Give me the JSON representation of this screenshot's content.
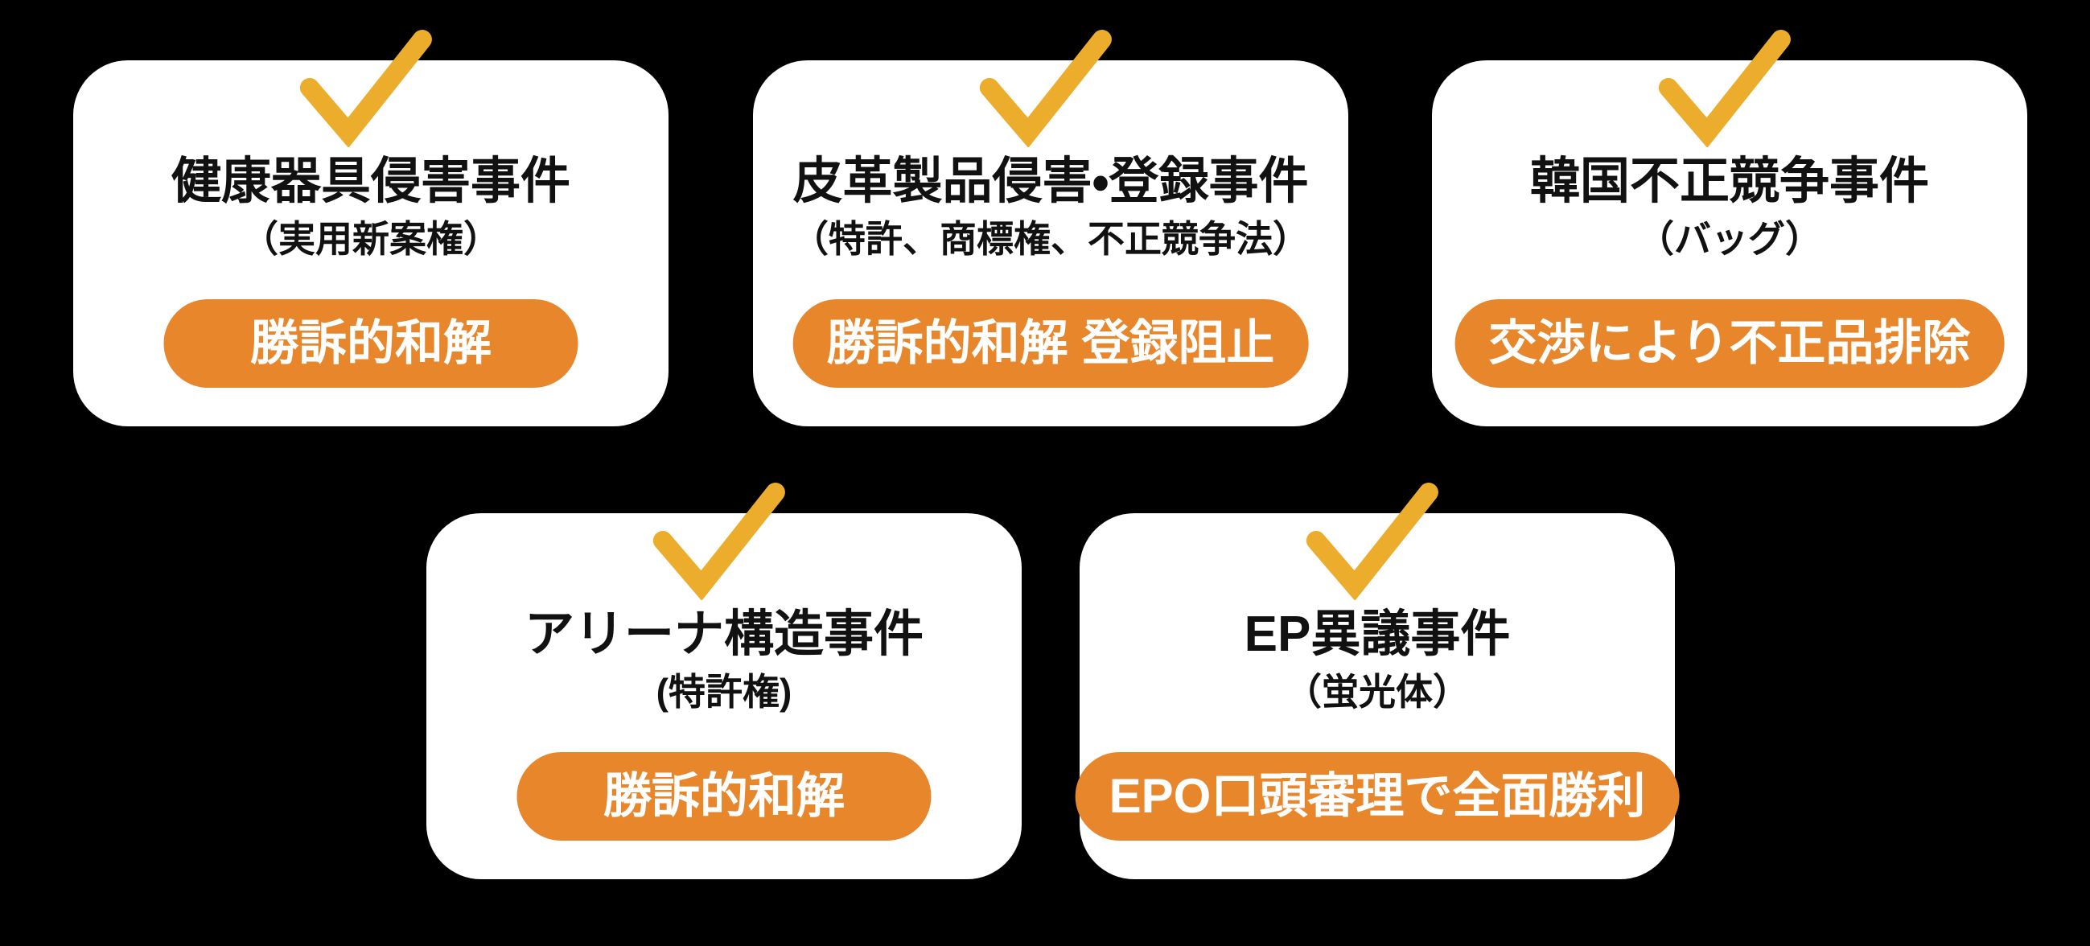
{
  "page": {
    "background_color": "#000000",
    "description_label": "IP litigation case results board"
  },
  "colors": {
    "card_bg": "#ffffff",
    "check": "#EBAD2B",
    "badge_bg": "#E8862C",
    "badge_text": "#ffffff",
    "title_text": "#111111"
  },
  "cards": [
    {
      "title": "健康器具侵害事件",
      "subtitle": "（実用新案権）",
      "badge": "勝訴的和解"
    },
    {
      "title": "皮革製品侵害・登録事件",
      "subtitle": "（特許、商標権、不正競争法）",
      "badge": "勝訴的和解 登録阻止"
    },
    {
      "title": "韓国不正競争事件",
      "subtitle": "（バッグ）",
      "badge": "交渉により不正品排除"
    },
    {
      "title": "アリーナ構造事件",
      "subtitle": "(特許権)",
      "badge": "勝訴的和解"
    },
    {
      "title": "EP異議事件",
      "subtitle": "（蛍光体）",
      "badge": "EPO口頭審理で全面勝利"
    }
  ]
}
